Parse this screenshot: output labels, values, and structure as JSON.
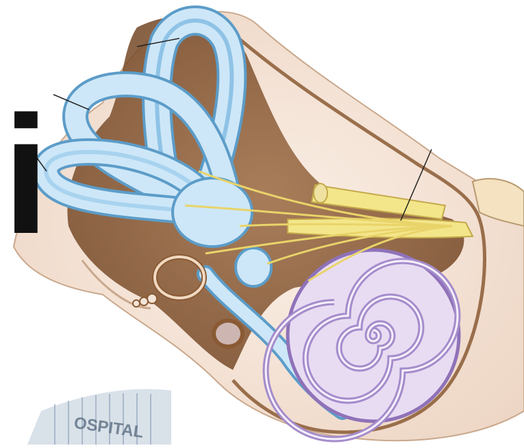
{
  "image": {
    "subject_icon": "inner-ear-anatomy-illustration",
    "big_letter": "i",
    "background_sign_text": "OSPITAL",
    "colors": {
      "bone": "#f3e4d8",
      "bone_edge": "#8a5a34",
      "cavity_brown": "#7a4a26",
      "canal_blue": "#bfe0f6",
      "canal_edge": "#5c9cc8",
      "nerve_yellow": "#f3e68a",
      "cochlea_purple": "#ddd0ee",
      "cochlea_edge": "#8f72b8",
      "letter_black": "#111111"
    },
    "leader_line_count": 4
  }
}
